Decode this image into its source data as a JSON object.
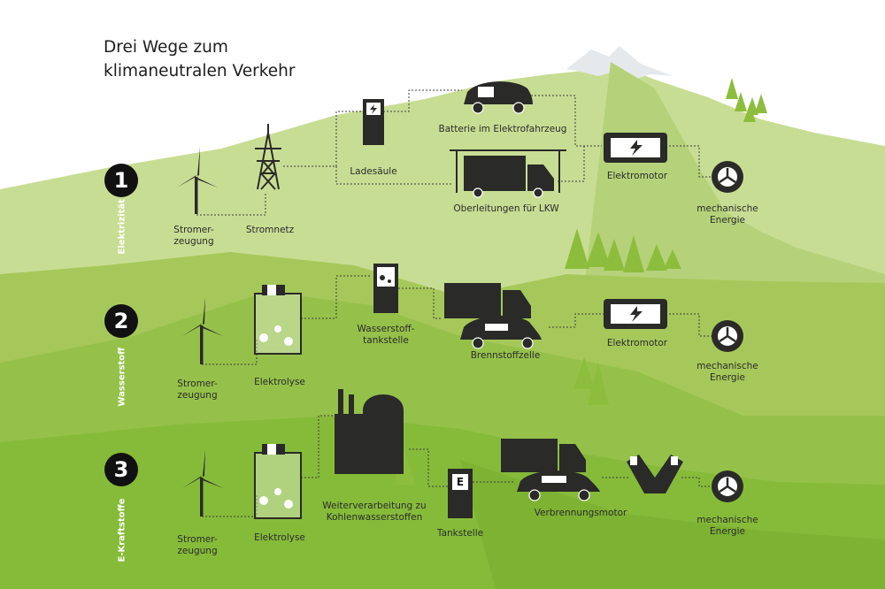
{
  "title": {
    "line1": "Drei Wege zum",
    "line2": "klimaneutralen Verkehr"
  },
  "rows": [
    {
      "number": "1",
      "category": "Elektrizität"
    },
    {
      "number": "2",
      "category": "Wasserstoff"
    },
    {
      "number": "3",
      "category": "E-Kraftstoffe"
    }
  ],
  "labels": {
    "stromerzeugung": "Stromer-\nzeugung",
    "stromnetz": "Stromnetz",
    "ladesaeule": "Ladesäule",
    "batterie": "Batterie im Elektrofahrzeug",
    "oberleitungen": "Oberleitungen für LKW",
    "elektromotor": "Elektromotor",
    "mechanische_energie": "mechanische\nEnergie",
    "elektrolyse": "Elektrolyse",
    "wasserstofftankstelle": "Wasserstoff-\ntankstelle",
    "brennstoffzelle": "Brennstoffzelle",
    "weiterverarbeitung": "Weiterverarbeitung zu\nKohlenwasserstoffen",
    "tankstelle": "Tankstelle",
    "verbrennungsmotor": "Verbrennungsmotor",
    "pump_letter": "E"
  },
  "colors": {
    "hill_back": "#c8dd94",
    "hill_mid": "#a6c85a",
    "hill_front": "#8dbb3e",
    "hill_bottom": "#7fb836",
    "snow": "#e6e9ec",
    "tree": "#8dbd3c",
    "icon_dark": "#2a2a28",
    "link": "#444444"
  },
  "icons": [
    "wind-turbine-icon",
    "power-pylon-icon",
    "charging-station-icon",
    "electric-car-icon",
    "truck-icon",
    "electric-motor-icon",
    "wheel-icon",
    "electrolysis-tank-icon",
    "hydrogen-station-icon",
    "factory-icon",
    "fuel-pump-icon",
    "combustion-engine-icon",
    "tree-icon"
  ]
}
